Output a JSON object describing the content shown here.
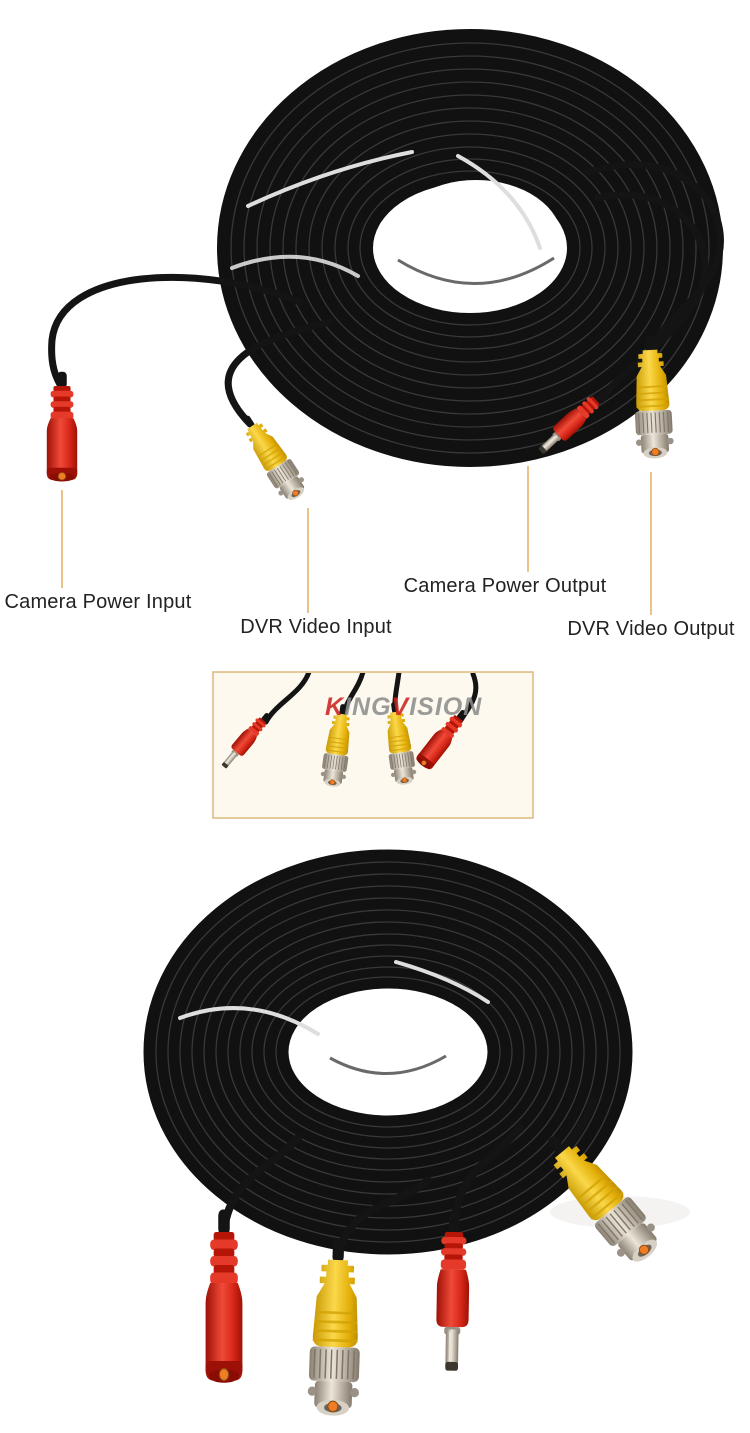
{
  "image": {
    "type": "product-photo",
    "subject": "bnc-dc-siamese-cctv-cable",
    "background": "#ffffff"
  },
  "labels": {
    "camera_power_input": "Camera Power Input",
    "dvr_video_input": "DVR Video Input",
    "camera_power_output": "Camera Power Output",
    "dvr_video_output": "DVR Video Output"
  },
  "watermark": {
    "brand": "KINGVISION",
    "part1": "K",
    "part2": "ING",
    "part3": "V",
    "part4": "ISION"
  },
  "colors": {
    "cable": "#141414",
    "connector_red": "#d8251a",
    "connector_yellow": "#f2c01a",
    "metal": "#beb6aa",
    "tip_orange": "#ef7d23",
    "leader_line": "#e8bc7d",
    "inset_border": "#dcb97c",
    "inset_background": "#fdf9ee",
    "watermark_gray": "#8d8d8d",
    "watermark_red": "#cc2420",
    "label_text": "#222222"
  },
  "connectors": {
    "top_photo": [
      "dc-power-female-red",
      "bnc-video-male-yellow",
      "dc-power-male-red",
      "bnc-video-male-yellow"
    ],
    "inset_photo": [
      "dc-power-male-red",
      "bnc-video-male-yellow",
      "bnc-video-male-yellow",
      "dc-power-female-red"
    ],
    "bottom_photo": [
      "dc-power-female-red",
      "bnc-video-male-yellow",
      "dc-power-male-red",
      "bnc-video-male-yellow"
    ]
  }
}
